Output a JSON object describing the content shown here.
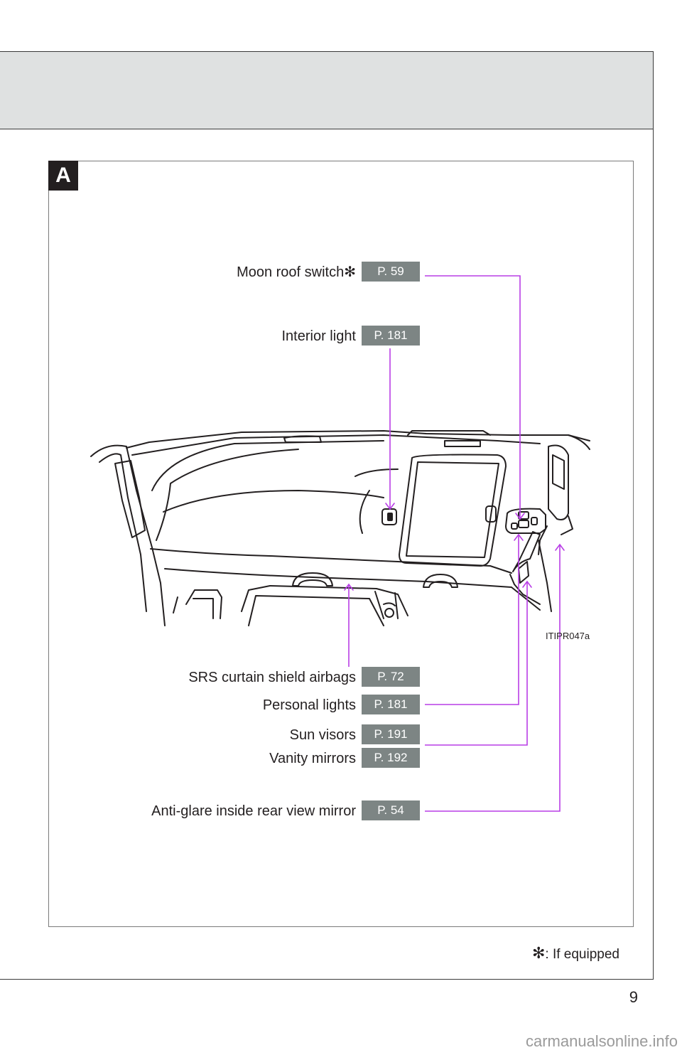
{
  "section_letter": "A",
  "callouts": [
    {
      "label": "Moon roof switch",
      "mark": "✻",
      "page_ref": "P. 59"
    },
    {
      "label": "Interior light",
      "page_ref": "P. 181"
    },
    {
      "label": "SRS curtain shield airbags",
      "page_ref": "P. 72"
    },
    {
      "label": "Personal lights",
      "page_ref": "P. 181"
    },
    {
      "label": "Sun visors",
      "page_ref": "P. 191"
    },
    {
      "label": "Vanity mirrors",
      "page_ref": "P. 192"
    },
    {
      "label": "Anti-glare inside rear view mirror",
      "page_ref": "P. 54"
    }
  ],
  "figure_code": "ITIPR047a",
  "footnote": {
    "mark": "✻",
    "text": ": If equipped"
  },
  "page_number": "9",
  "watermark": "carmanualsonline.info",
  "colors": {
    "leader_line": "#b93ee6",
    "page_ref_bg": "#7d8584",
    "header_band": "#dfe1e1"
  }
}
